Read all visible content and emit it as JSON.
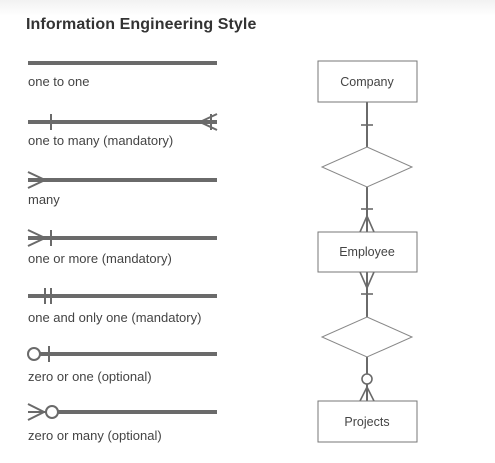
{
  "header": {
    "title": "Information Engineering Style"
  },
  "legend": [
    {
      "label": "one to one",
      "notation": "none"
    },
    {
      "label": "one to many (mandatory)",
      "notation": "one-to-many"
    },
    {
      "label": "many",
      "notation": "many"
    },
    {
      "label": "one or more (mandatory)",
      "notation": "one-or-more"
    },
    {
      "label": "one and only one (mandatory)",
      "notation": "one-and-only-one"
    },
    {
      "label": "zero or one (optional)",
      "notation": "zero-or-one"
    },
    {
      "label": "zero or many (optional)",
      "notation": "zero-or-many"
    }
  ],
  "er_diagram": {
    "entities": [
      "Company",
      "Employee",
      "Projects"
    ],
    "relationships": [
      {
        "from": "Company",
        "to": "Employee",
        "from_end": "one",
        "to_end": "one-or-more"
      },
      {
        "from": "Employee",
        "to": "Projects",
        "from_end": "one-or-more",
        "to_end": "zero-or-many"
      }
    ]
  },
  "colors": {
    "line": "#6a6a6a",
    "box_border": "#777777",
    "text": "#444444",
    "title": "#333333"
  }
}
